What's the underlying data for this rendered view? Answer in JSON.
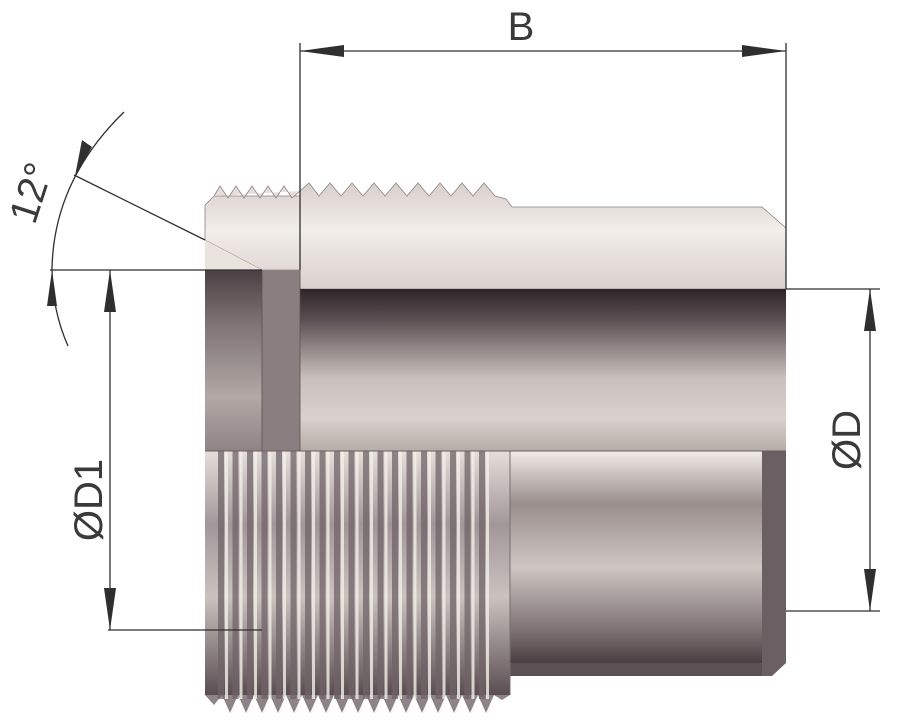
{
  "labels": {
    "length": "B",
    "outer_diameter": "ØD",
    "thread_diameter": "ØD1",
    "cone_angle": "12°"
  },
  "colors": {
    "line": "#2f2f2f",
    "text": "#3a3a3a",
    "metal_light": "#e8e2dc",
    "metal_mid": "#b9aeaa",
    "metal_dark": "#3e3236"
  }
}
